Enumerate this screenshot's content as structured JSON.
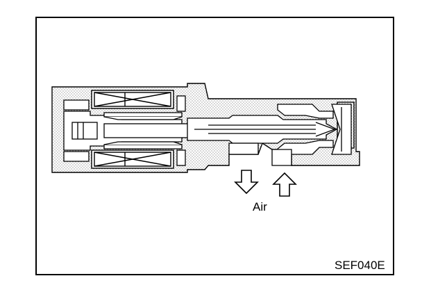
{
  "labels": {
    "air": "Air",
    "figure_code": "SEF040E"
  },
  "arrows": [
    {
      "name": "air-outflow-arrow",
      "direction": "down"
    },
    {
      "name": "air-inflow-arrow",
      "direction": "up"
    }
  ]
}
